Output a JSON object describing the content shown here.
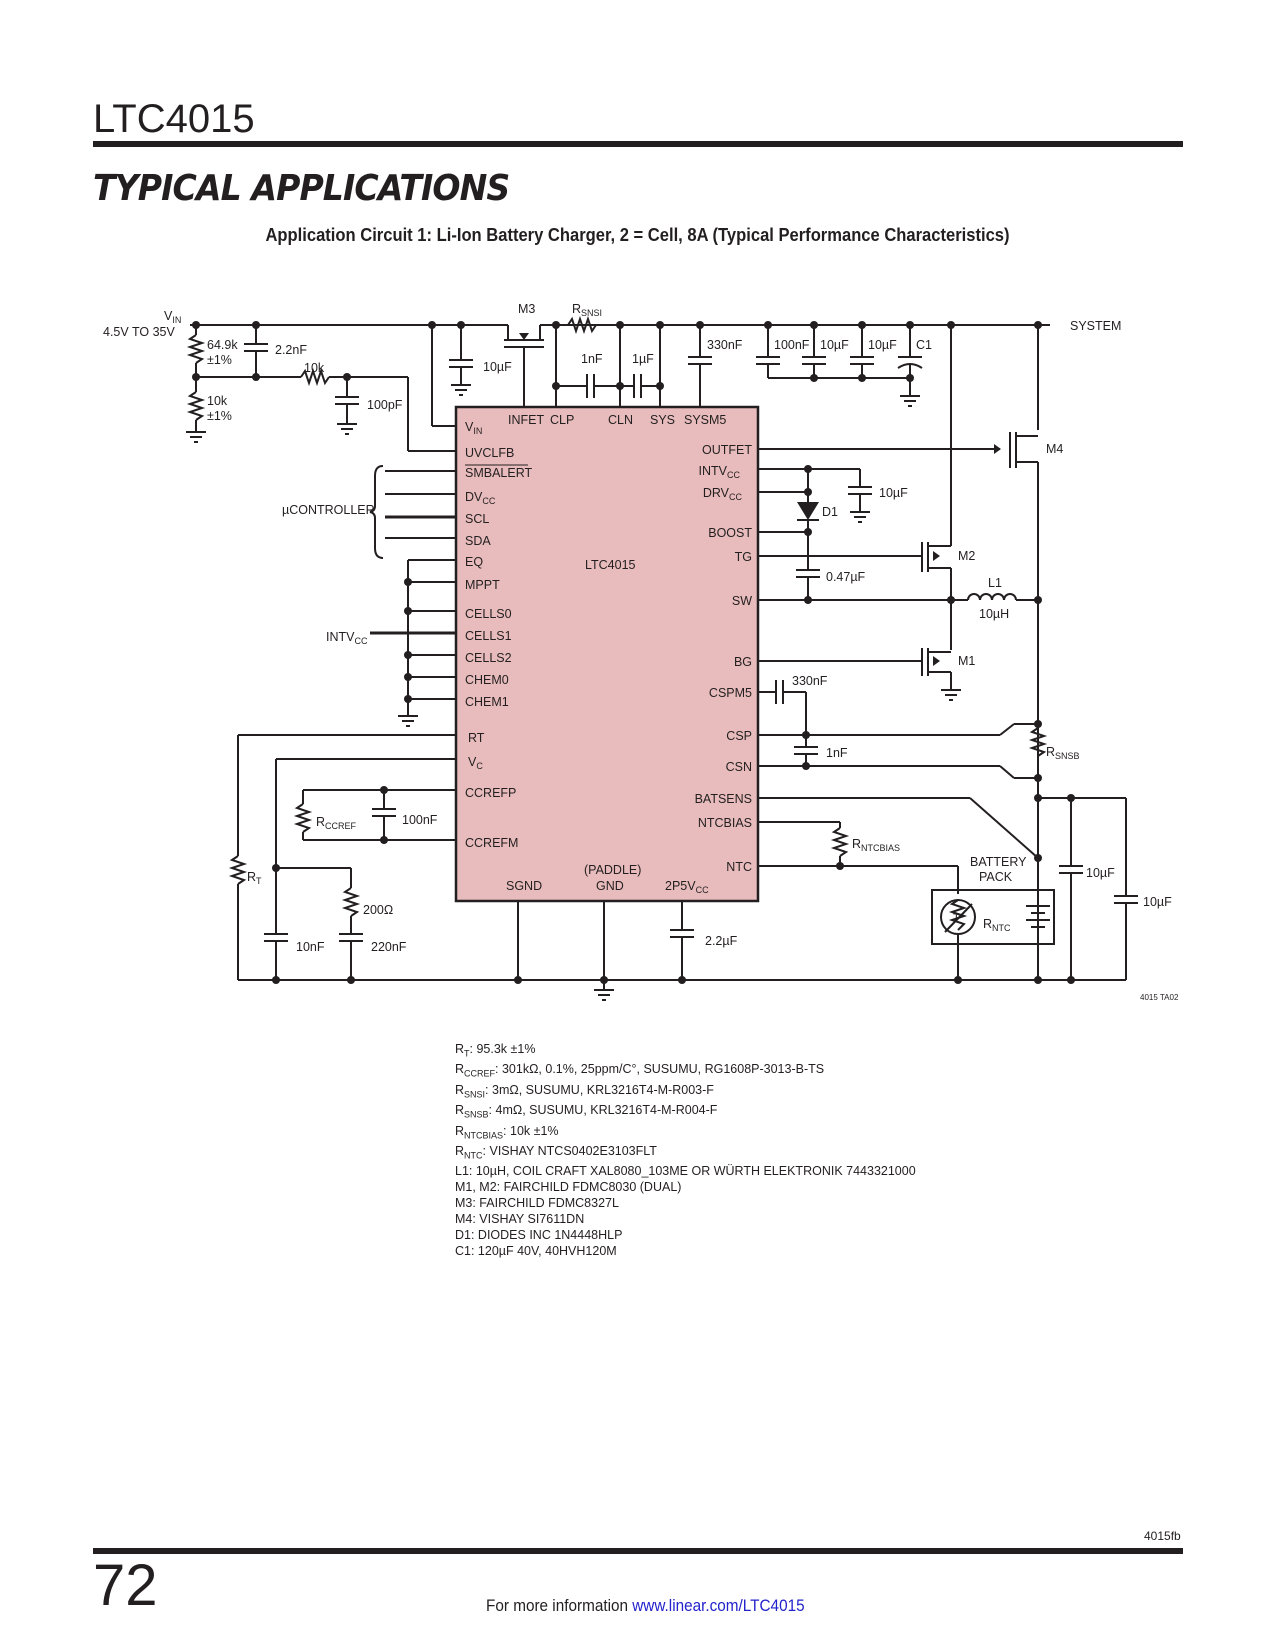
{
  "header": {
    "part_number": "LTC4015",
    "section_title": "TYPICAL APPLICATIONS",
    "caption": "Application Circuit 1: Li-Ion Battery Charger, 2 = Cell, 8A (Typical Performance Characteristics)"
  },
  "schematic": {
    "chip_name": "LTC4015",
    "figure_id": "4015 TA02",
    "left_pins": [
      "UVCLFB",
      "SMBALERT",
      "SCL",
      "SDA",
      "EQ",
      "MPPT",
      "CELLS0",
      "CELLS1",
      "CELLS2",
      "CHEM0",
      "CHEM1",
      "RT",
      "CCREFP",
      "CCREFM"
    ],
    "right_pins": [
      "OUTFET",
      "BOOST",
      "TG",
      "SW",
      "BG",
      "CSPM5",
      "CSP",
      "CSN",
      "BATSENS",
      "NTCBIAS",
      "NTC"
    ],
    "top_pins": [
      "INFET",
      "CLP",
      "CLN",
      "SYS",
      "SYSM5"
    ],
    "bottom_pins": [
      "SGND",
      "GND"
    ],
    "paddle_label": "(PADDLE)",
    "labels": {
      "vin_range": "4.5V TO 35V",
      "system": "SYSTEM",
      "ucontroller": "µCONTROLLER",
      "battery_pack": [
        "BATTERY",
        "PACK"
      ]
    },
    "components": {
      "r_vin_top": "64.9k",
      "r_vin_top_tol": "±1%",
      "r_vin_bot": "10k",
      "r_vin_bot_tol": "±1%",
      "c_vin": "2.2nF",
      "r_series": "10k",
      "c_filter": "100pF",
      "c_vin_bulk": "10µF",
      "m3": "M3",
      "c_clp": "1nF",
      "c_cln": "1µF",
      "c_sysm5": "330nF",
      "c_sys1": "100nF",
      "c_sys2": "10µF",
      "c_sys3": "10µF",
      "c_sys4": "C1",
      "m4": "M4",
      "c_intvcc": "10µF",
      "d1": "D1",
      "m2": "M2",
      "c_boost": "0.47µF",
      "l1": "L1",
      "l1_val": "10µH",
      "m1": "M1",
      "c_cspm5": "330nF",
      "c_csp": "1nF",
      "c_ccref": "100nF",
      "r_200": "200Ω",
      "c_10n": "10nF",
      "c_220n": "220nF",
      "c_2p5": "2.2µF",
      "c_bat1": "10µF",
      "c_bat2": "10µF",
      "r_thermistor": "T"
    }
  },
  "notes": [
    ": 95.3k ±1%",
    ": 301kΩ, 0.1%, 25ppm/C°, SUSUMU, RG1608P-3013-B-TS",
    ": 3mΩ, SUSUMU, KRL3216T4-M-R003-F",
    ": 4mΩ, SUSUMU, KRL3216T4-M-R004-F",
    ": 10k ±1%",
    ": VISHAY NTCS0402E3103FLT",
    "L1: 10µH, COIL CRAFT XAL8080_103ME OR WÜRTH ELEKTRONIK 7443321000",
    "M1, M2: FAIRCHILD FDMC8030 (DUAL)",
    "M3: FAIRCHILD FDMC8327L",
    "M4: VISHAY SI7611DN",
    "D1: DIODES INC 1N4448HLP",
    "C1: 120µF 40V, 40HVH120M"
  ],
  "footer": {
    "revision": "4015fb",
    "page_number": "72",
    "info_text": "For more information ",
    "link_text": "www.linear.com/LTC4015"
  },
  "colors": {
    "chip_fill": "#e8bcbc",
    "ink": "#231f20",
    "link": "#2222cc"
  }
}
